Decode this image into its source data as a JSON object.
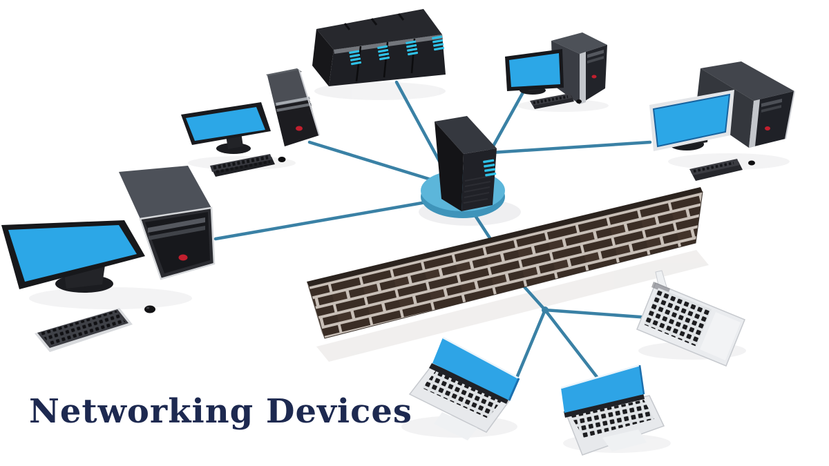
{
  "title": "Networking Devices",
  "diagram": {
    "type": "network-topology",
    "nodes": [
      {
        "id": "server-rack",
        "label": "Server rack / switch"
      },
      {
        "id": "central-hub",
        "label": "Central server on hub base"
      },
      {
        "id": "workstation-top-left",
        "label": "Desktop workstation (top left)"
      },
      {
        "id": "workstation-upper-right",
        "label": "Desktop workstation (upper right)"
      },
      {
        "id": "workstation-right",
        "label": "Desktop workstation (right)"
      },
      {
        "id": "workstation-left",
        "label": "Desktop workstation (left)"
      },
      {
        "id": "firewall",
        "label": "Firewall (brick wall)"
      },
      {
        "id": "lan-junction",
        "label": "LAN junction point"
      },
      {
        "id": "laptop-left",
        "label": "Laptop (bottom left)"
      },
      {
        "id": "laptop-middle",
        "label": "Laptop (bottom middle)"
      },
      {
        "id": "laptop-right",
        "label": "Laptop (right)"
      }
    ],
    "edges": [
      {
        "from": "server-rack",
        "to": "central-hub"
      },
      {
        "from": "workstation-top-left",
        "to": "central-hub"
      },
      {
        "from": "workstation-left",
        "to": "central-hub"
      },
      {
        "from": "workstation-upper-right",
        "to": "central-hub"
      },
      {
        "from": "workstation-right",
        "to": "central-hub"
      },
      {
        "from": "central-hub",
        "to": "lan-junction",
        "note": "passes behind firewall"
      },
      {
        "from": "lan-junction",
        "to": "laptop-left"
      },
      {
        "from": "lan-junction",
        "to": "laptop-middle"
      },
      {
        "from": "lan-junction",
        "to": "laptop-right"
      }
    ]
  },
  "colors": {
    "background": "#ffffff",
    "cable_teal": "#3a81a5",
    "screen_blue": "#2ca7e7",
    "hub_base_blue": "#5cb6da",
    "led_cyan": "#2fc2e8",
    "power_led_red": "#c21f2e",
    "chassis_dark": "#202127",
    "chassis_gray": "#4b4e55",
    "brick_brown": "#3a2d25",
    "mortar_gray": "#c8bfb7",
    "laptop_silver": "#e7e9ec",
    "title_navy": "#1d2950"
  }
}
